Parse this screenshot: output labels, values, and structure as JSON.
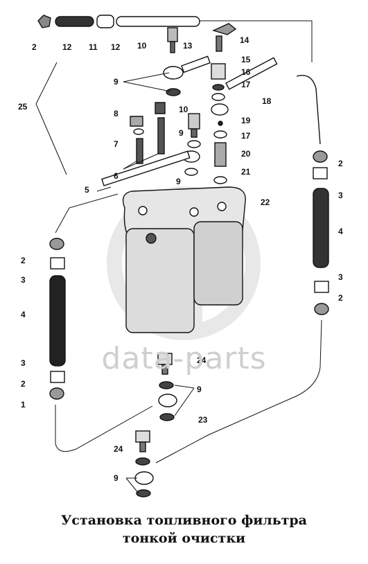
{
  "watermark": "data-parts",
  "caption": {
    "line1": "Установка топливного фильтра",
    "line2": "тонкой очистки"
  },
  "callouts": [
    "2",
    "12",
    "11",
    "12",
    "10",
    "13",
    "14",
    "9",
    "15",
    "16",
    "17",
    "25",
    "8",
    "10",
    "19",
    "7",
    "9",
    "17",
    "18",
    "20",
    "6",
    "9",
    "21",
    "5",
    "22",
    "2",
    "3",
    "2",
    "4",
    "3",
    "4",
    "3",
    "2",
    "3",
    "2",
    "1",
    "24",
    "9",
    "23",
    "24",
    "9"
  ]
}
